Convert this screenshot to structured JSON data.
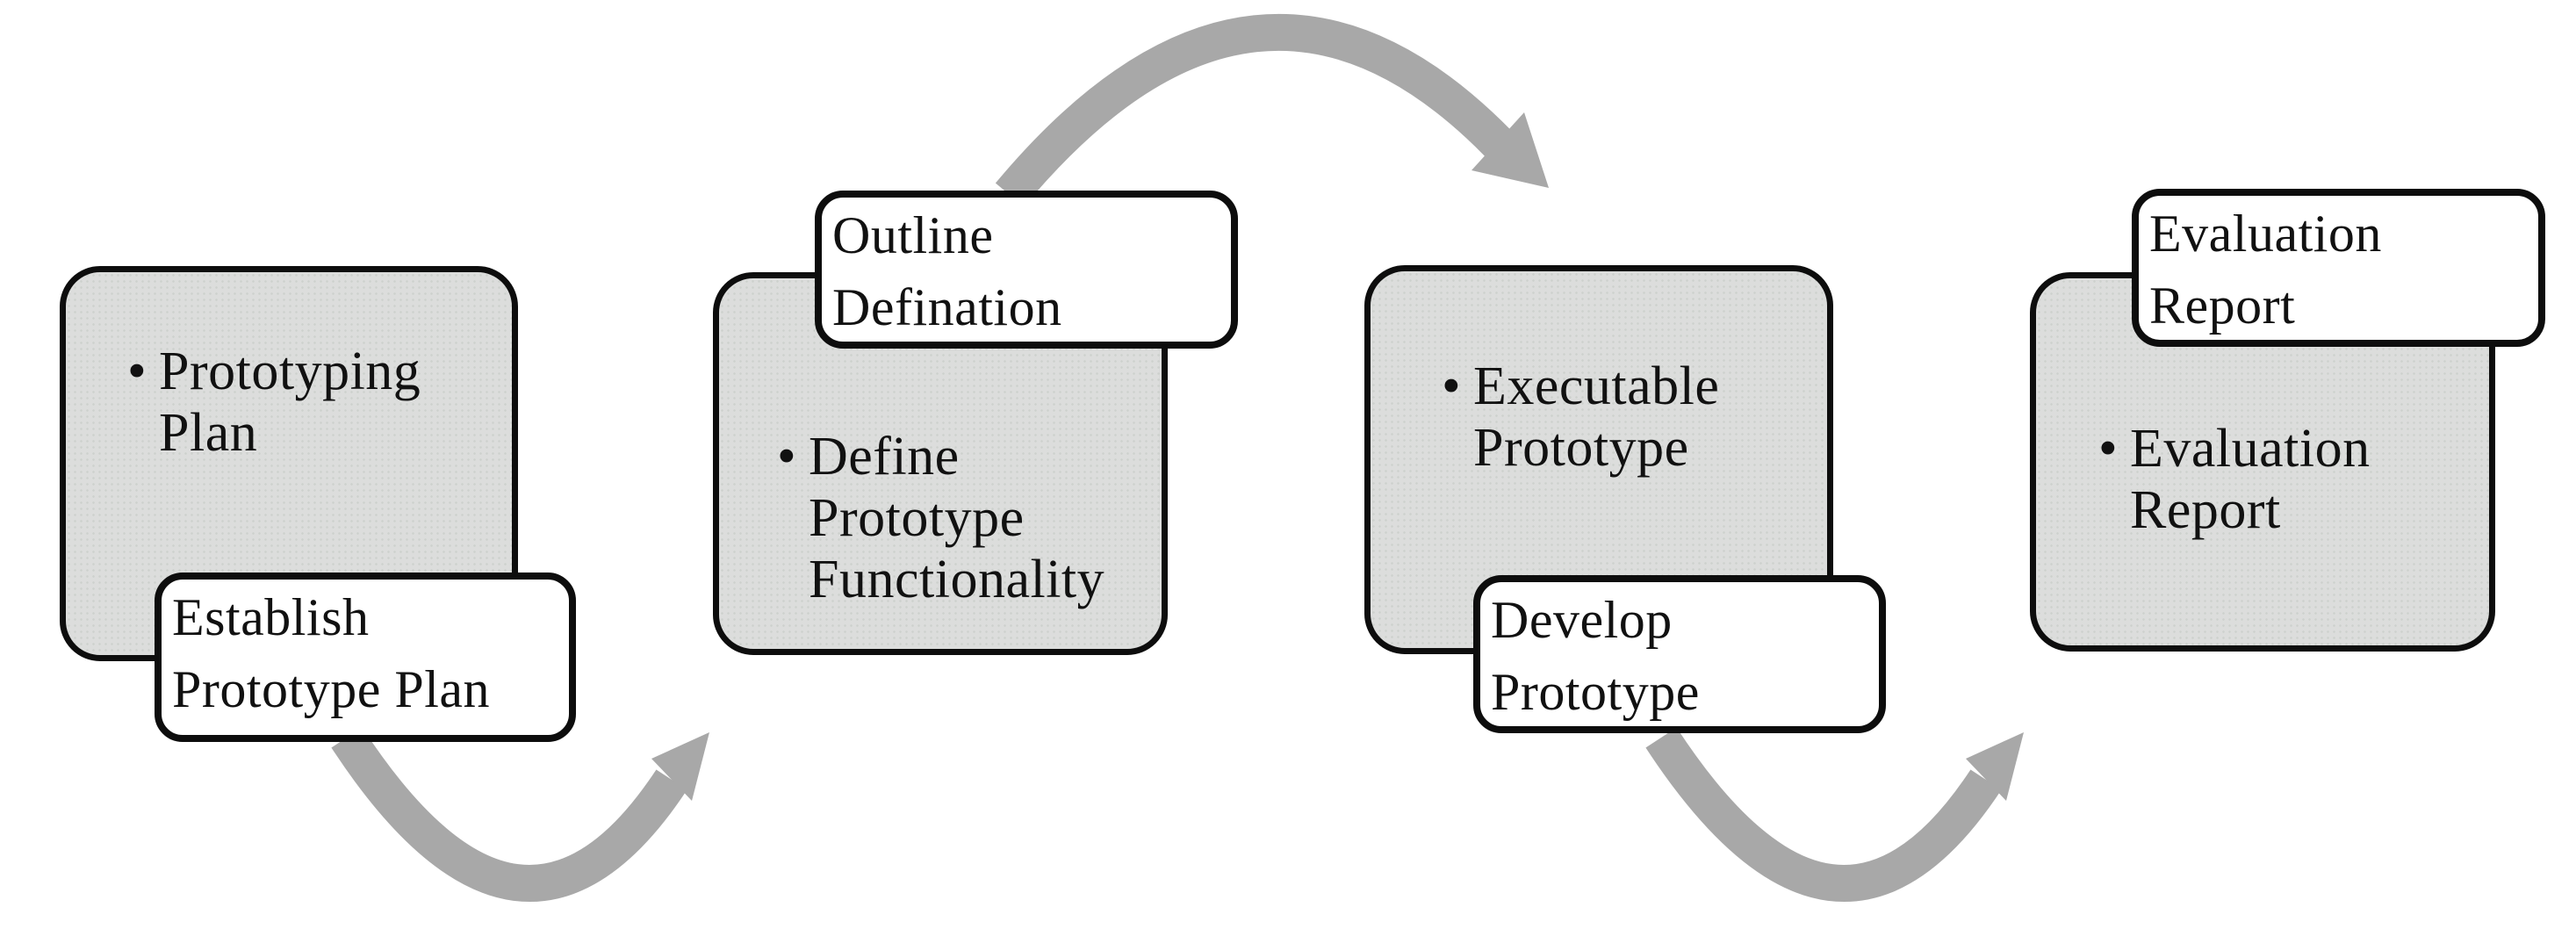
{
  "bullet": "•",
  "colors": {
    "background": "#ffffff",
    "deliverable_box_fill": "#dcdddc",
    "callout_box_fill": "#ffffff",
    "border": "#0d0d0d",
    "arrow": "#a8a8a8",
    "text": "#111111"
  },
  "stages": [
    {
      "deliverable": "Prototyping Plan",
      "activity": "Establish Prototype Plan",
      "activity_position": "bottom"
    },
    {
      "deliverable": "Define Prototype Functionality",
      "activity": "Outline Defination",
      "activity_position": "top"
    },
    {
      "deliverable": "Executable Prototype",
      "activity": "Develop Prototype",
      "activity_position": "bottom"
    },
    {
      "deliverable": "Evaluation Report",
      "activity": "Evaluation Report",
      "activity_position": "top"
    }
  ],
  "arrows": [
    "curved-arrow-stage1-to-stage2",
    "curved-arrow-stage2-to-stage3",
    "curved-arrow-stage3-to-stage4"
  ]
}
